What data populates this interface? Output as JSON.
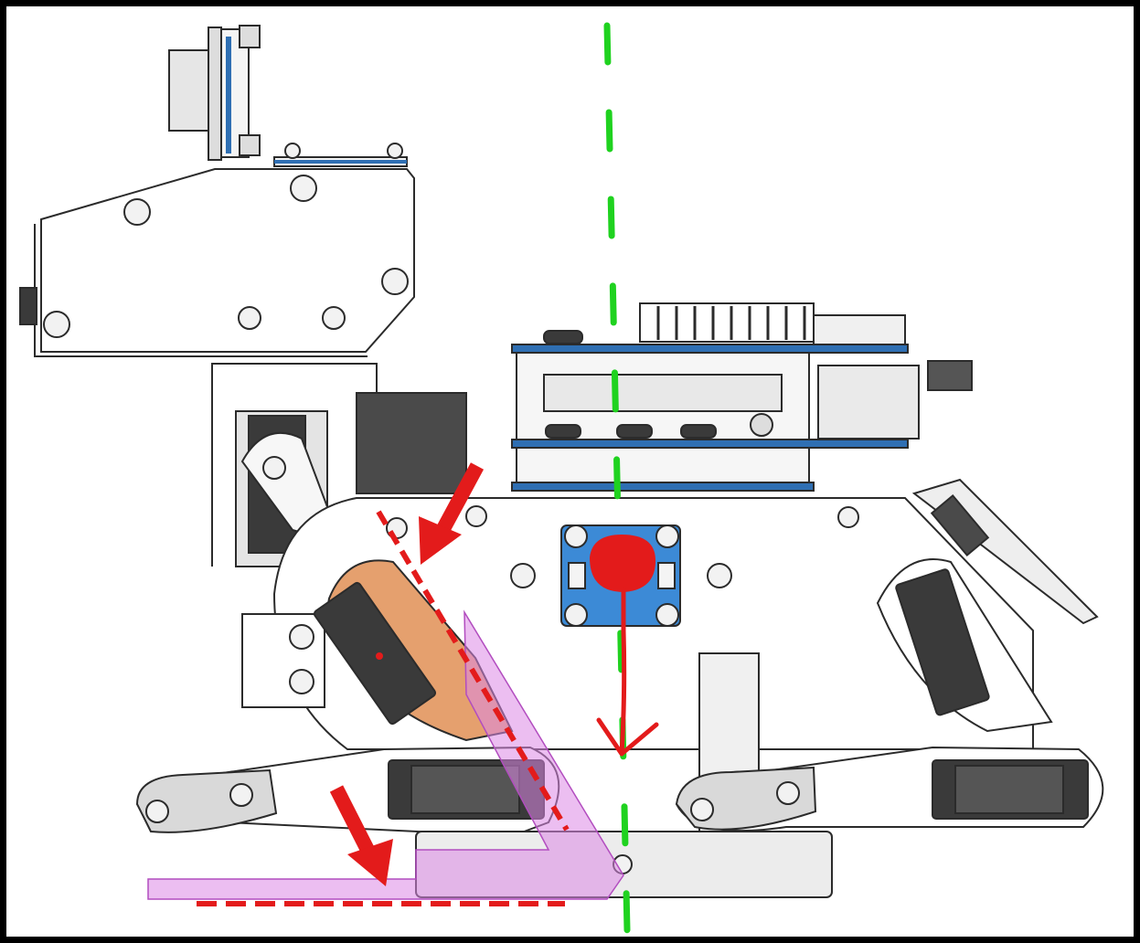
{
  "colors": {
    "frame": "#000000",
    "canvas": "#ffffff",
    "outline": "#2b2b2b",
    "light_part": "#eeeeee",
    "mid_part": "#d9d9d9",
    "dark_part": "#3a3a3a",
    "pcb_blue": "#2f6fb3",
    "marker_green": "#1fd21f",
    "marker_red": "#e31b1b",
    "shade_pink": "#dd88e6",
    "shade_orange": "#e5a06e",
    "screw_fill": "#f2f2f2",
    "blue_pad": "#3c8ad6"
  },
  "icons": {
    "center_of_gravity": "red-blob-icon",
    "gravity_direction": "down-arrow-icon",
    "push_directions": "red-arrow-icon",
    "vertical_axis": "green-dashed-line-icon"
  },
  "parts": {
    "camera_head": "sensor-bracket-with-camera",
    "board_stack": "controller-board-stack",
    "body_plate": "main-body-side-plate",
    "legs": "front-and-rear-servo-legs"
  }
}
